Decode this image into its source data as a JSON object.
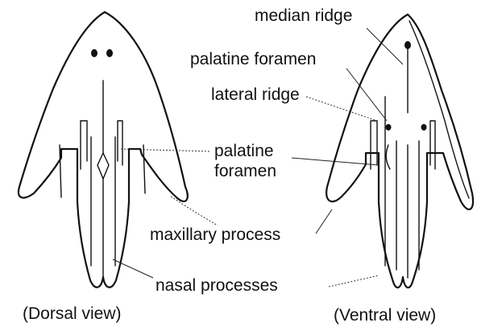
{
  "labels": {
    "median_ridge": "median ridge",
    "palatine_foramen_top": "palatine foramen",
    "lateral_ridge": "lateral ridge",
    "palatine_foramen_mid_line1": "palatine",
    "palatine_foramen_mid_line2": "foramen",
    "maxillary_process": "maxillary process",
    "nasal_processes": "nasal processes"
  },
  "captions": {
    "dorsal": "(Dorsal view)",
    "ventral": "(Ventral view)"
  }
}
